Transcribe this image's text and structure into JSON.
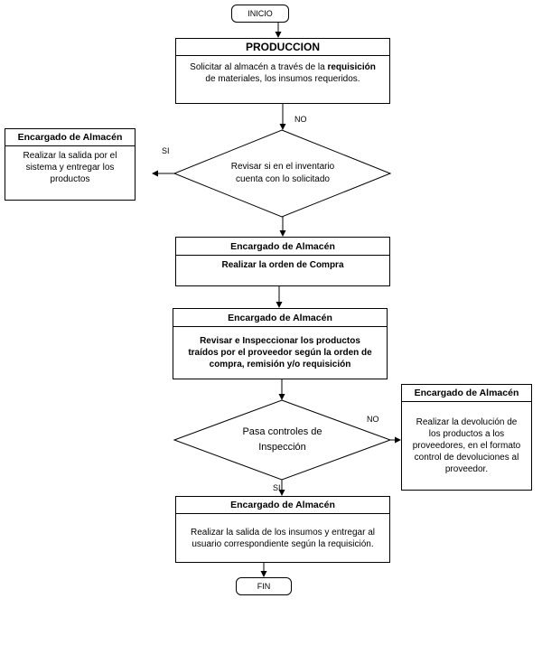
{
  "start": "INICIO",
  "end": "FIN",
  "produccion": {
    "title": "PRODUCCION",
    "text_pre": "Solicitar al almacén a  través de la ",
    "text_bold": "requisición",
    "text_post": " de materiales, los insumos requeridos."
  },
  "decision_inventory": {
    "text": "Revisar si en el inventario cuenta con lo solicitado",
    "yes_label": "SI",
    "no_label": "NO"
  },
  "warehouse_exit": {
    "title": "Encargado de Almacén",
    "text": "Realizar la salida por el sistema y entregar los productos"
  },
  "purchase_order": {
    "title": "Encargado de Almacén",
    "text": "Realizar la orden de Compra"
  },
  "inspect_products": {
    "title": "Encargado de Almacén",
    "text": "Revisar e Inspeccionar los productos traídos por el proveedor según la orden de compra, remisión y/o requisición"
  },
  "decision_inspection": {
    "text": "Pasa controles de Inspección",
    "yes_label": "SI",
    "no_label": "NO"
  },
  "return_products": {
    "title": "Encargado de Almacén",
    "text": "Realizar la devolución de los productos  a los proveedores, en el formato control de devoluciones al proveedor."
  },
  "deliver_supplies": {
    "title": "Encargado de Almacén",
    "text": "Realizar la salida de los insumos y entregar al usuario correspondiente según la requisición."
  }
}
